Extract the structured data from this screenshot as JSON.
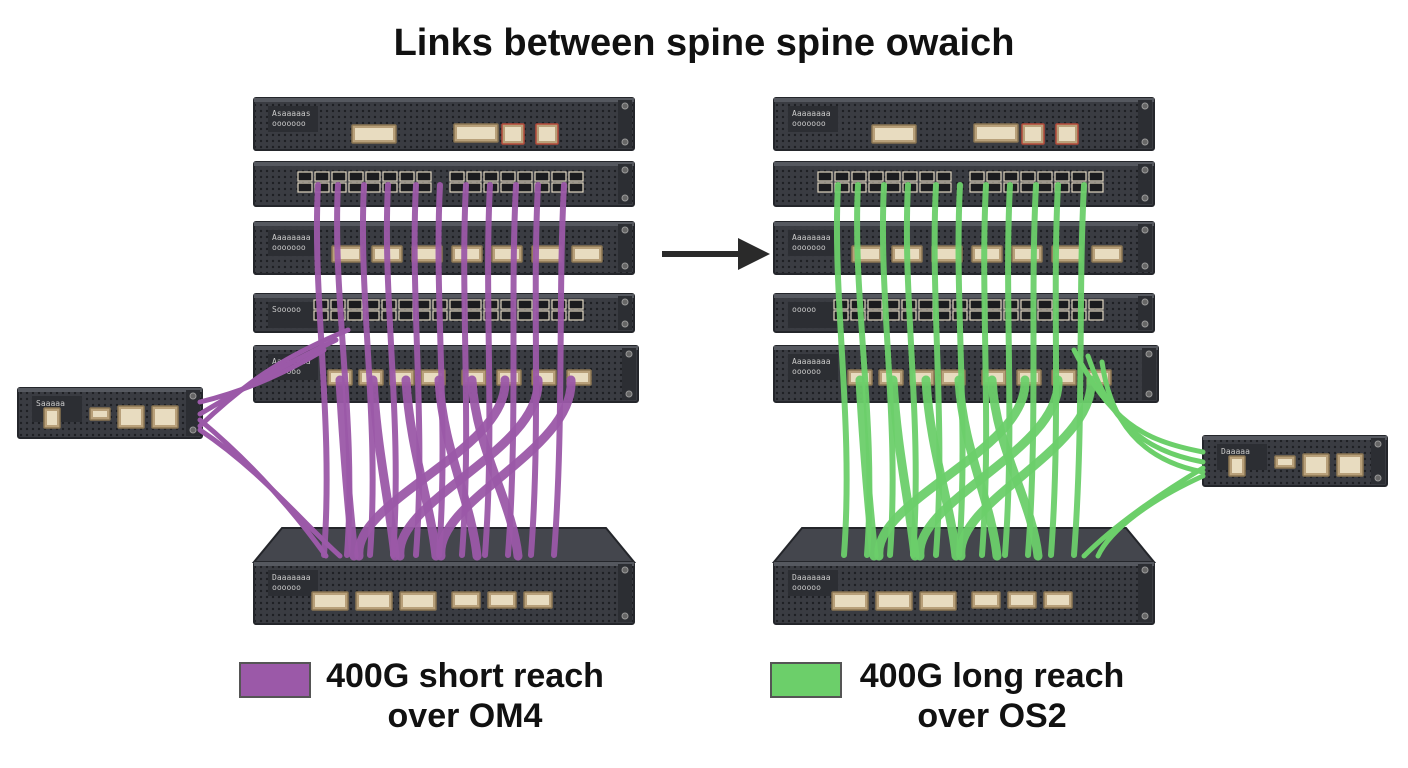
{
  "title": "Links between spine spine owaich",
  "colors": {
    "short_reach": "#9b59a8",
    "long_reach": "#6ccf6a",
    "device_body": "#3a3c42",
    "device_edge": "#24262b",
    "arrow": "#2a2a2a"
  },
  "left_stack": {
    "device_labels": [
      "Asaaaaas\nooooooo",
      "",
      "Aaaaaaaa\nooooooo",
      "Sooooo",
      "Aaaaaaaa\noooooo",
      "Daaaaaaa\noooooo"
    ],
    "edge_switch_label": "Saaaaa"
  },
  "right_stack": {
    "device_labels": [
      "Aaaaaaaa\nooooooo",
      "",
      "Aaaaaaaa\nooooooo",
      "ooooo",
      "Aaaaaaaa\noooooo",
      "Daaaaaaa\noooooo"
    ],
    "edge_switch_label": "Daaaaa"
  },
  "legend": [
    {
      "line1": "400G short reach",
      "line2": "over OM4",
      "color": "#9b59a8"
    },
    {
      "line1": "400G long reach",
      "line2": "over OS2",
      "color": "#6ccf6a"
    }
  ]
}
